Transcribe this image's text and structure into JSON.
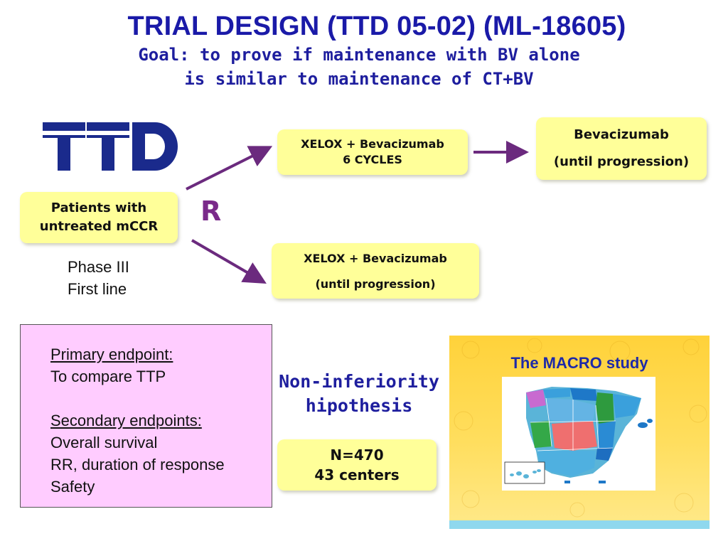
{
  "header": {
    "title": "TRIAL DESIGN (TTD 05-02) (ML-18605)",
    "goal_line1": "Goal: to prove if maintenance with BV alone",
    "goal_line2": "is similar to maintenance of CT+BV"
  },
  "logo": {
    "text": "TTD",
    "color": "#1a2a8c"
  },
  "flow": {
    "patients": {
      "line1": "Patients with",
      "line2": "untreated  mCCR"
    },
    "randomization_label": "R",
    "upper_arm": {
      "line1": "XELOX + Bevacizumab",
      "line2": "6 CYCLES"
    },
    "maintenance": {
      "line1": "Bevacizumab",
      "line2": "(until progression)"
    },
    "lower_arm": {
      "line1": "XELOX + Bevacizumab",
      "line2": "(until  progression)"
    },
    "phase": {
      "line1": "Phase III",
      "line2": "First line"
    }
  },
  "endpoints": {
    "primary_heading": "Primary endpoint:",
    "primary_item": "To compare TTP",
    "secondary_heading": "Secondary endpoints:",
    "secondary_items": [
      "Overall survival",
      "RR, duration of response",
      "Safety"
    ]
  },
  "hypothesis": {
    "line1": "Non-inferiority",
    "line2": "hipothesis"
  },
  "sample": {
    "line1": "N=470",
    "line2": "43 centers"
  },
  "macro": {
    "title": "The MACRO study"
  },
  "colors": {
    "title": "#1a1aa8",
    "box_fill": "#ffff99",
    "arrow": "#6b2a7e",
    "endpoint_fill": "#ffccff"
  }
}
